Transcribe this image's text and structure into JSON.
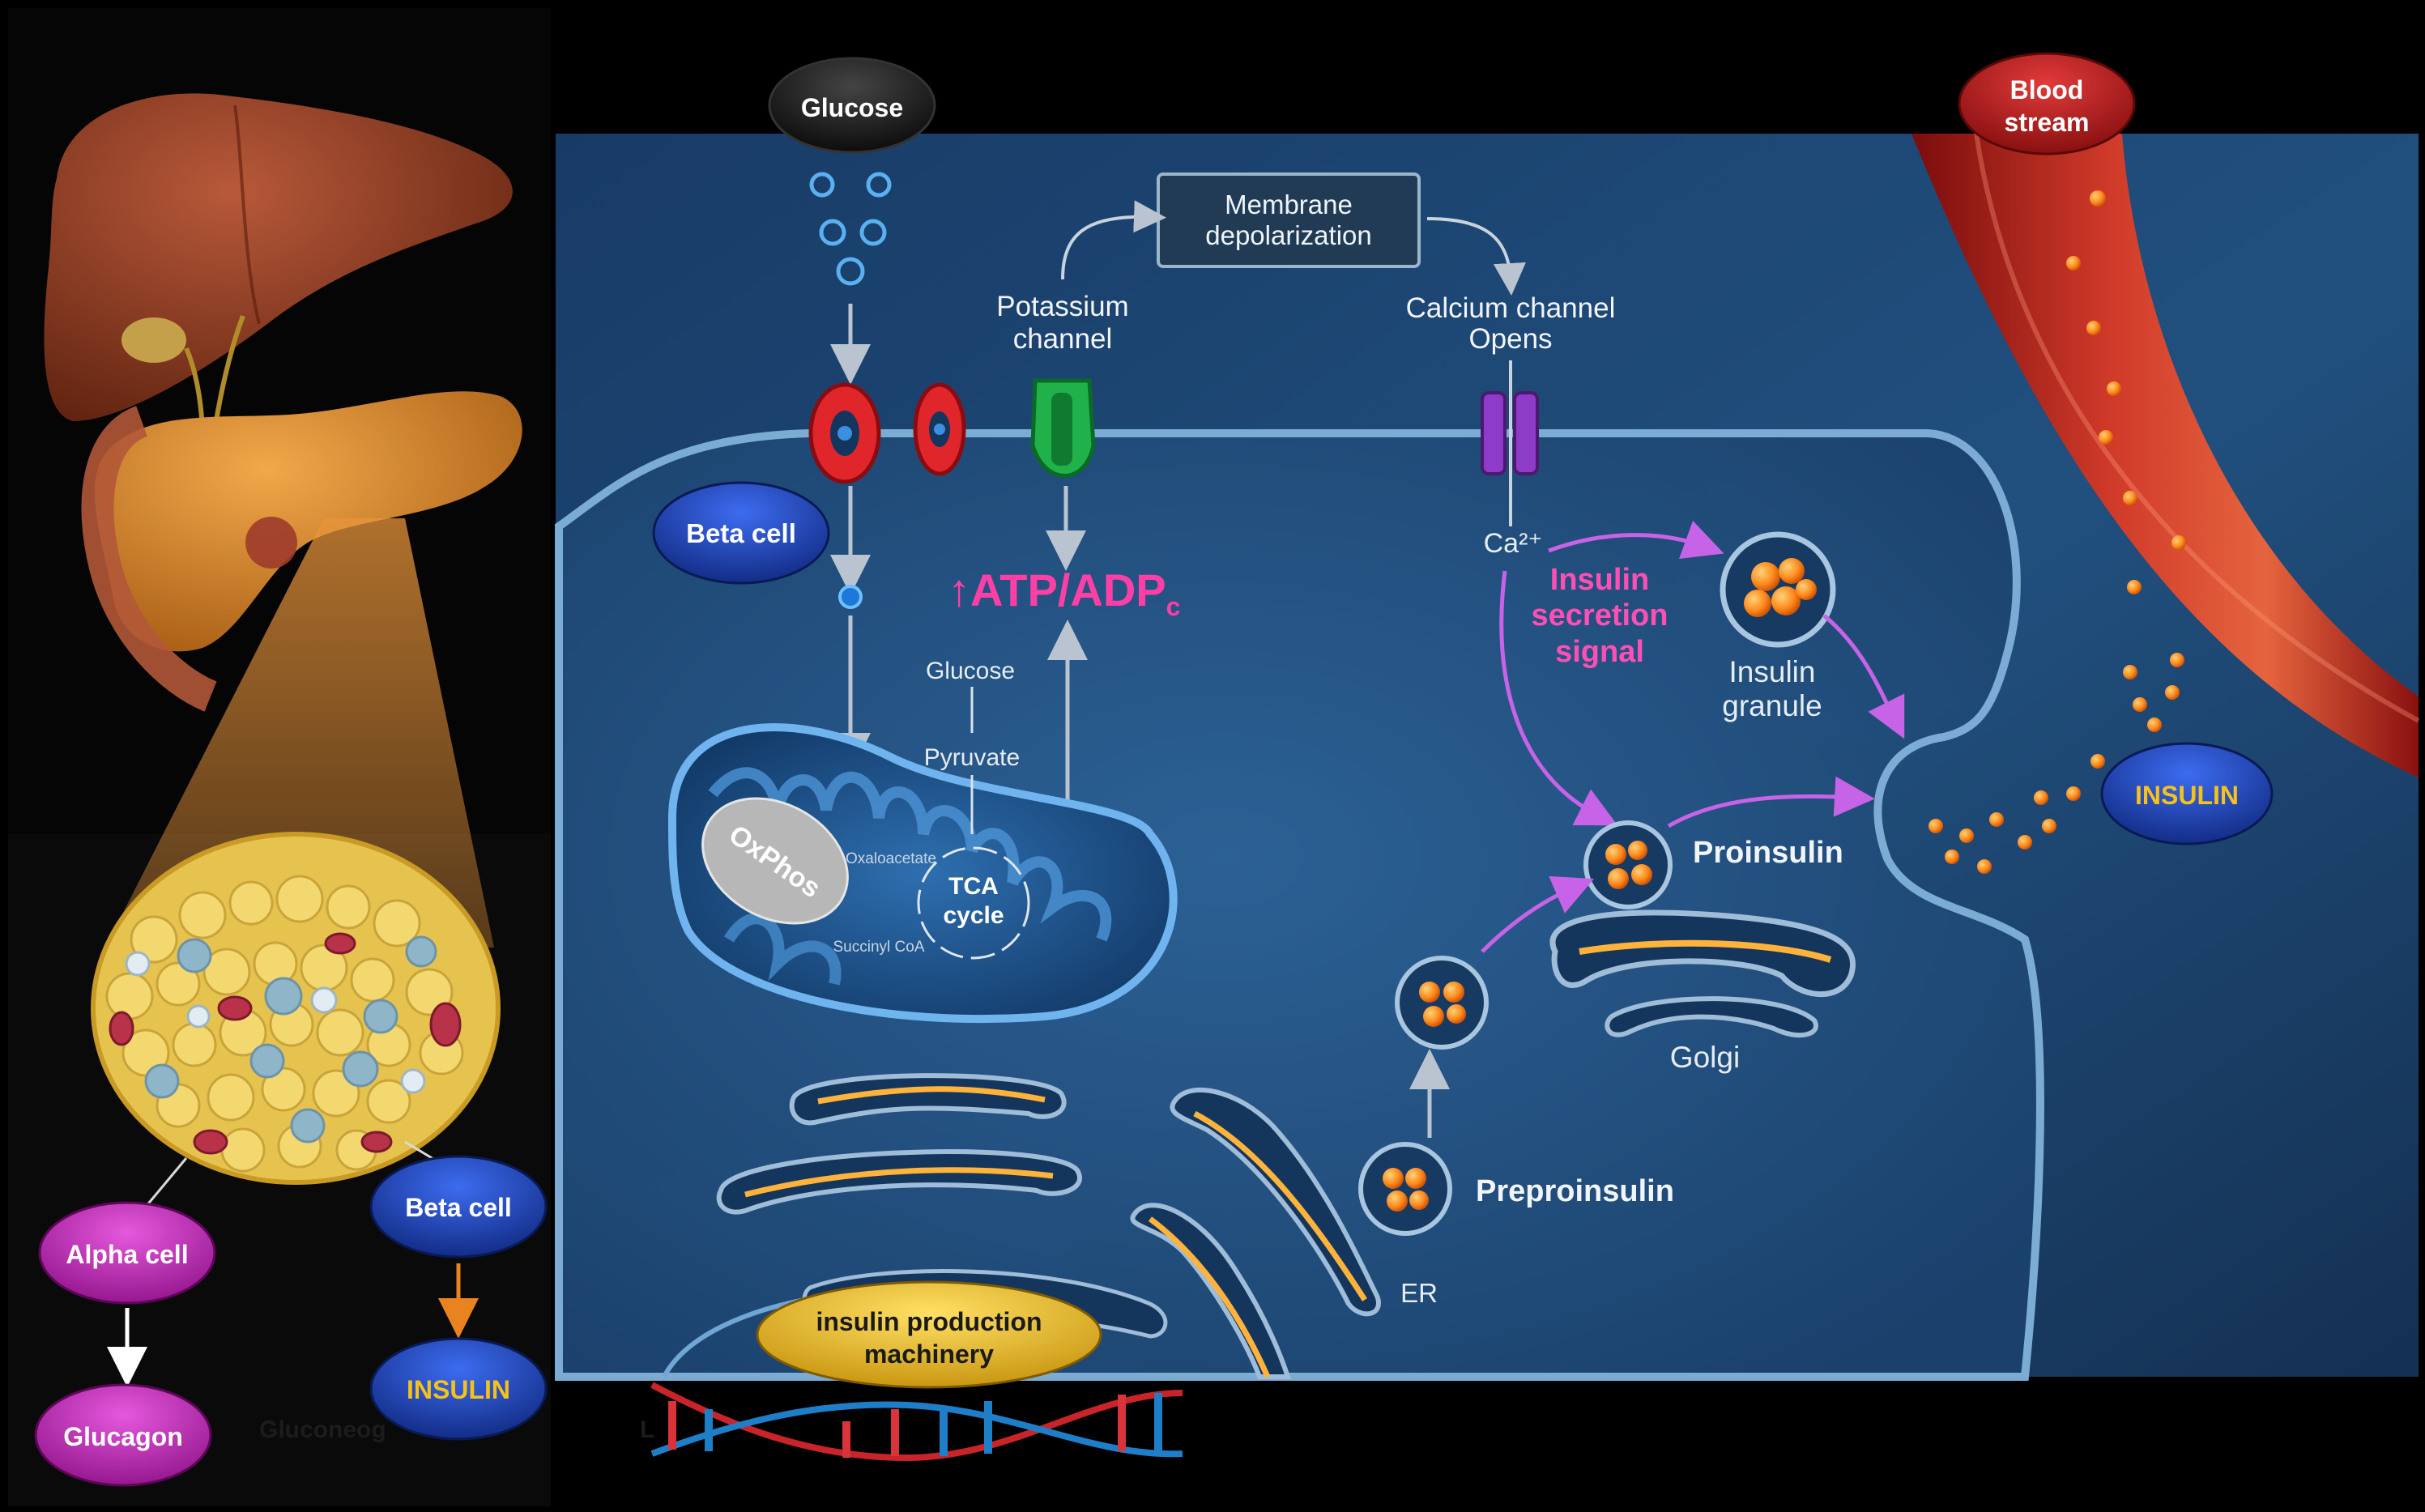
{
  "colors": {
    "background": "#000000",
    "cell_blue": "#1f4a7c",
    "membrane": "#6f9fc8",
    "glucose_pill": "#111111",
    "blood_pill": "#b3181c",
    "beta_pill": "#1a3ea8",
    "alpha_pill": "#c21eb7",
    "insulin_text": "#f6c21a",
    "atp_text": "#ff3fa5",
    "signal_arrow": "#c763e6",
    "granule_orange": "#ff8a1c",
    "liver": "#8a3a1f",
    "pancreas": "#d6872a",
    "machinery_yellow": "#e9b81a"
  },
  "icons": [
    "liver-icon",
    "pancreas-icon",
    "islet-icon",
    "glucose-transporter-icon",
    "potassium-channel-icon",
    "calcium-channel-icon",
    "mitochondrion-icon",
    "golgi-icon",
    "er-icon",
    "vesicle-icon",
    "dna-helix-icon",
    "blood-vessel-icon"
  ],
  "labels": {
    "glucose_top": "Glucose",
    "blood_stream_line1": "Blood",
    "blood_stream_line2": "stream",
    "membrane_line1": "Membrane",
    "membrane_line2": "depolarization",
    "potassium_line1": "Potassium",
    "potassium_line2": "channel",
    "calcium_line1": "Calcium channel",
    "calcium_line2": "Opens",
    "beta_cell_main": "Beta cell",
    "atp_adp": "↑ATP/ADP",
    "atp_sub": "c",
    "ca_label": "Ca²⁺",
    "signal_line1": "Insulin",
    "signal_line2": "secretion",
    "signal_line3": "signal",
    "granule_line1": "Insulin",
    "granule_line2": "granule",
    "insulin_right": "INSULIN",
    "glucose_mito": "Glucose",
    "pyruvate": "Pyruvate",
    "oxphos": "OxPhos",
    "tca_line1": "TCA",
    "tca_line2": "cycle",
    "oxaloacetate": "Oxaloacetate",
    "succinyl": "Succinyl CoA",
    "proinsulin": "Proinsulin",
    "golgi": "Golgi",
    "preproinsulin": "Preproinsulin",
    "er": "ER",
    "machinery_line1": "insulin production",
    "machinery_line2": "machinery",
    "alpha_cell": "Alpha cell",
    "beta_cell_left": "Beta cell",
    "glucagon": "Glucagon",
    "insulin_left": "INSULIN",
    "gluconeogenesis_faint": "Gluconeog",
    "faint_l": "L"
  }
}
